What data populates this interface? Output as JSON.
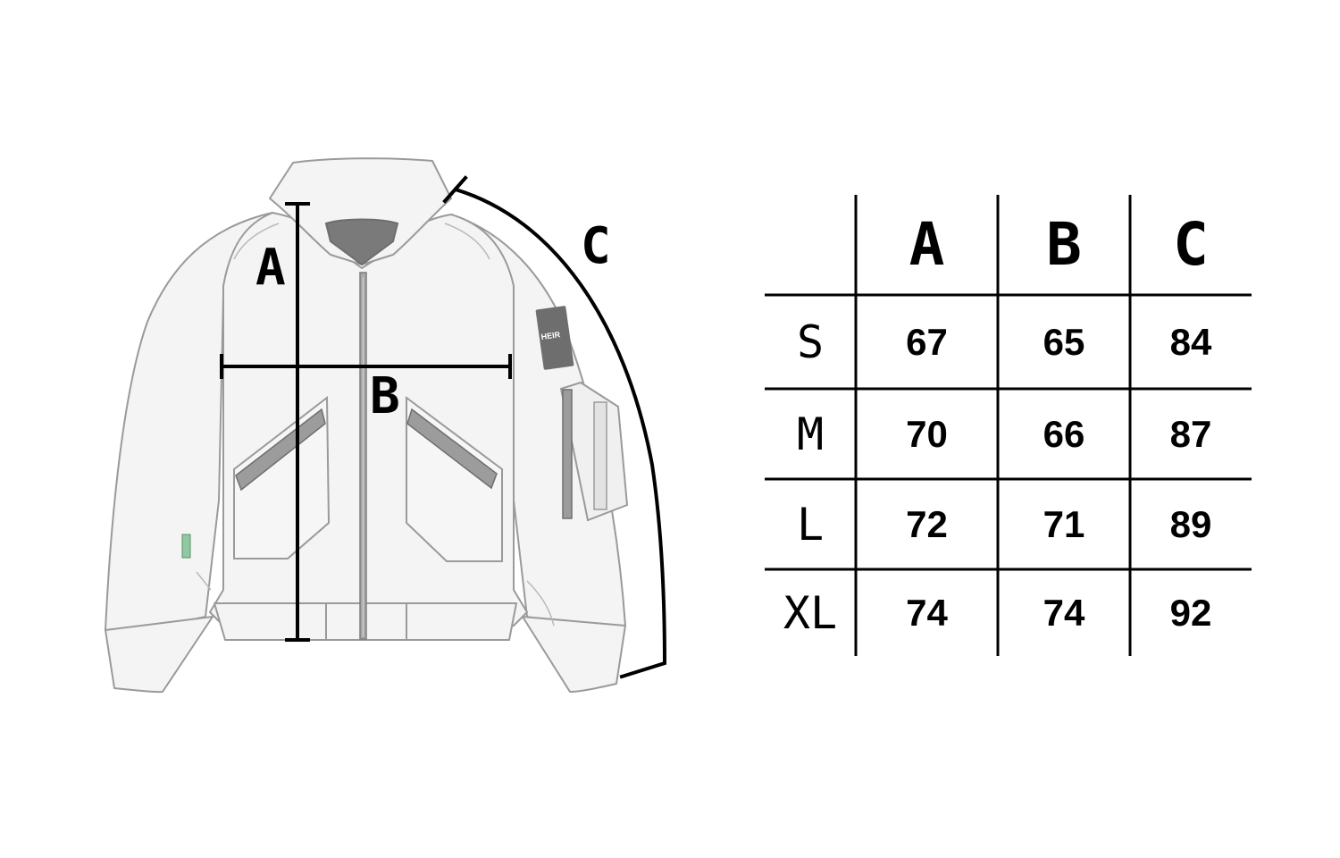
{
  "diagram": {
    "labels": {
      "a": "A",
      "b": "B",
      "c": "C"
    },
    "patch_text": "HEIR",
    "colors": {
      "fill": "#f4f4f4",
      "outline": "#9a9a9a",
      "dark": "#6e6e6e",
      "measure": "#000000",
      "tag": "#8fc9a0"
    }
  },
  "size_table": {
    "columns": [
      "A",
      "B",
      "C"
    ],
    "rows": [
      {
        "size": "S",
        "values": [
          "67",
          "65",
          "84"
        ]
      },
      {
        "size": "M",
        "values": [
          "70",
          "66",
          "87"
        ]
      },
      {
        "size": "L",
        "values": [
          "72",
          "71",
          "89"
        ]
      },
      {
        "size": "XL",
        "values": [
          "74",
          "74",
          "92"
        ]
      }
    ]
  }
}
